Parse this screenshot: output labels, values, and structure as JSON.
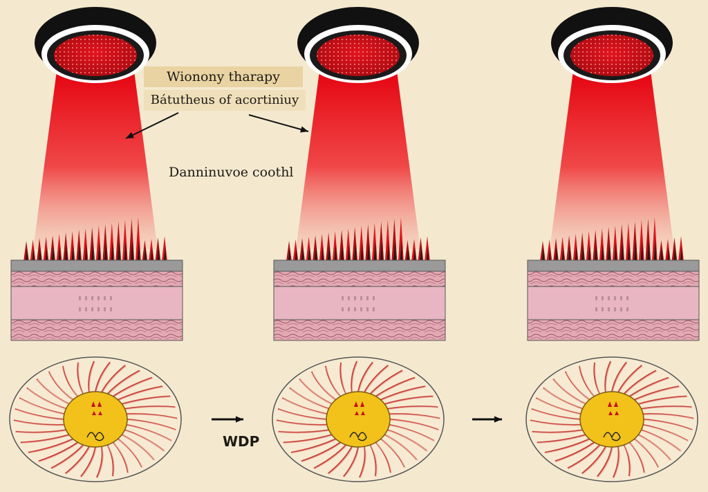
{
  "labels": {
    "title": "Wionony tharapy",
    "subtitle": "Bátutheus of acortiniuy",
    "middle": "Danninuvoe coothl",
    "arrow_caption": "WDP"
  },
  "colors": {
    "background": "#f4e9cf",
    "beam": "#e8141a",
    "lamp_housing": "#111111",
    "skin": "#e7b5c1",
    "cell_core": "#f2c21b",
    "cell_rays": "#c9443a"
  },
  "icons": [
    "lamp-icon",
    "arrow-icon",
    "cell-icon"
  ]
}
